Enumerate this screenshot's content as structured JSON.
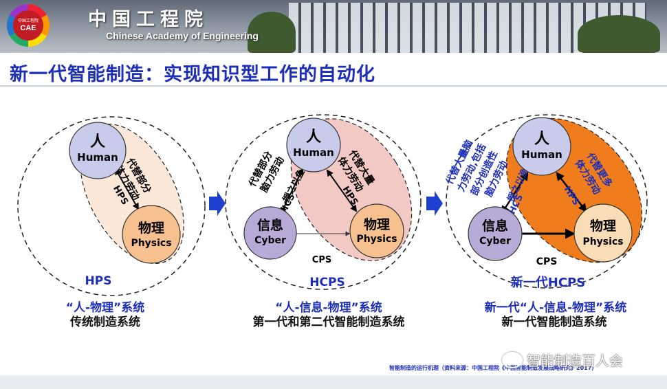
{
  "header": {
    "logo_cn": "中国工程院",
    "logo_en": "CAE",
    "org_cn": "中国工程院",
    "org_en": "Chinese Academy of Engineering"
  },
  "title": "新一代智能制造：实现知识型工作的自动化",
  "colors": {
    "title_blue": "#1d2fb8",
    "human_fill": "#c8ccea",
    "physics_fill": "#f6c18f",
    "cyber_fill": "#b7aad6",
    "hps_oval_1": "#fbe8d8",
    "hps_oval_2": "#f2c9c4",
    "hps_oval_3": "#ef7d1e",
    "arrow_blue": "#1d2fb8"
  },
  "panels": [
    {
      "human_cn": "人",
      "human_en": "Human",
      "physics_cn": "物理",
      "physics_en": "Physics",
      "arrow_label": "HPS",
      "side_text_1": "代替部分",
      "side_text_2": "体力劳动",
      "system_label": "HPS",
      "caption_1": "“人-物理”系统",
      "caption_2": "传统制造系统"
    },
    {
      "human_cn": "人",
      "human_en": "Human",
      "cyber_cn": "信息",
      "cyber_en": "Cyber",
      "physics_cn": "物理",
      "physics_en": "Physics",
      "left_text_1": "代替部分",
      "left_text_2": "脑力劳动",
      "left_text_3": "授之以鱼",
      "hcs_label": "HCS",
      "right_text_1": "代替大量",
      "right_text_2": "体力劳动",
      "hps_label": "HPS",
      "cps_label": "CPS",
      "system_label": "HCPS",
      "caption_1": "“人-信息-物理”系统",
      "caption_2": "第一代和第二代智能制造系统"
    },
    {
      "human_cn": "人",
      "human_en": "Human",
      "cyber_cn": "信息",
      "cyber_en": "Cyber",
      "physics_cn": "物理",
      "physics_en": "Physics",
      "left_text_1": "代替大量脑",
      "left_text_2": "力劳动,包括",
      "left_text_3": "部分创造性",
      "left_text_4": "脑力劳动",
      "left_text_5": "授之以渔",
      "hcs_label": "HCS",
      "right_text_1": "代替更多",
      "right_text_2": "体力劳动",
      "hps_label": "HPS",
      "cps_label": "CPS",
      "system_label": "新一代HCPS",
      "caption_1": "新一代“人-信息-物理”系统",
      "caption_2": "新一代智能制造系统"
    }
  ],
  "source_note": "智能制造的运行机理（资料来源：中国工程院《中国智能制造发展战略研究》2017）",
  "watermark": "智能制造百人会"
}
